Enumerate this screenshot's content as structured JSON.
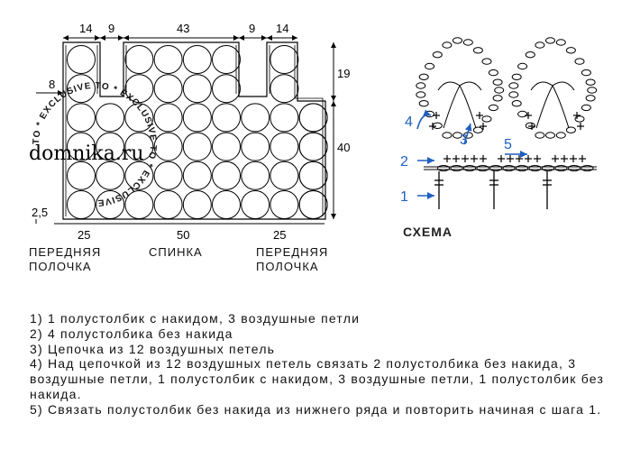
{
  "dimensions": {
    "top_left_front": "14",
    "top_left_gap": "9",
    "top_back": "43",
    "top_right_gap": "9",
    "top_right_front": "14",
    "right_upper": "19",
    "right_lower": "40",
    "left_inset": "8",
    "left_bottom": "2,5",
    "bottom_left": "25",
    "bottom_middle": "50",
    "bottom_right": "25"
  },
  "panels": {
    "left_line1": "ПЕРЕДНЯЯ",
    "left_line2": "ПОЛОЧКА",
    "middle": "СПИНКА",
    "right_line1": "ПЕРЕДНЯЯ",
    "right_line2": "ПОЛОЧКА"
  },
  "watermark": {
    "site": "domnika.ru",
    "ring_text": "TO * EXCLUSIVE TO * EXCLUSIVE TO * EXCLUSIVE"
  },
  "scheme": {
    "title": "СХЕМА",
    "markers": [
      "1",
      "2",
      "3",
      "4",
      "5"
    ],
    "arrow_color": "#1f5fbf"
  },
  "steps": [
    "1) 1 полустолбик с накидом, 3 воздушные петли",
    "2) 4 полустолбика без накида",
    "3) Цепочка из 12 воздушных петель",
    "4) Над цепочкой из 12 воздушных петель связать 2 полустолбика без накида, 3 воздушные петли, 1 полустолбик с накидом, 3 воздушные петли, 1 полустолбик без накида.",
    "5) Связать полустолбик без накида из нижнего ряда и повторить начиная с шага 1."
  ]
}
